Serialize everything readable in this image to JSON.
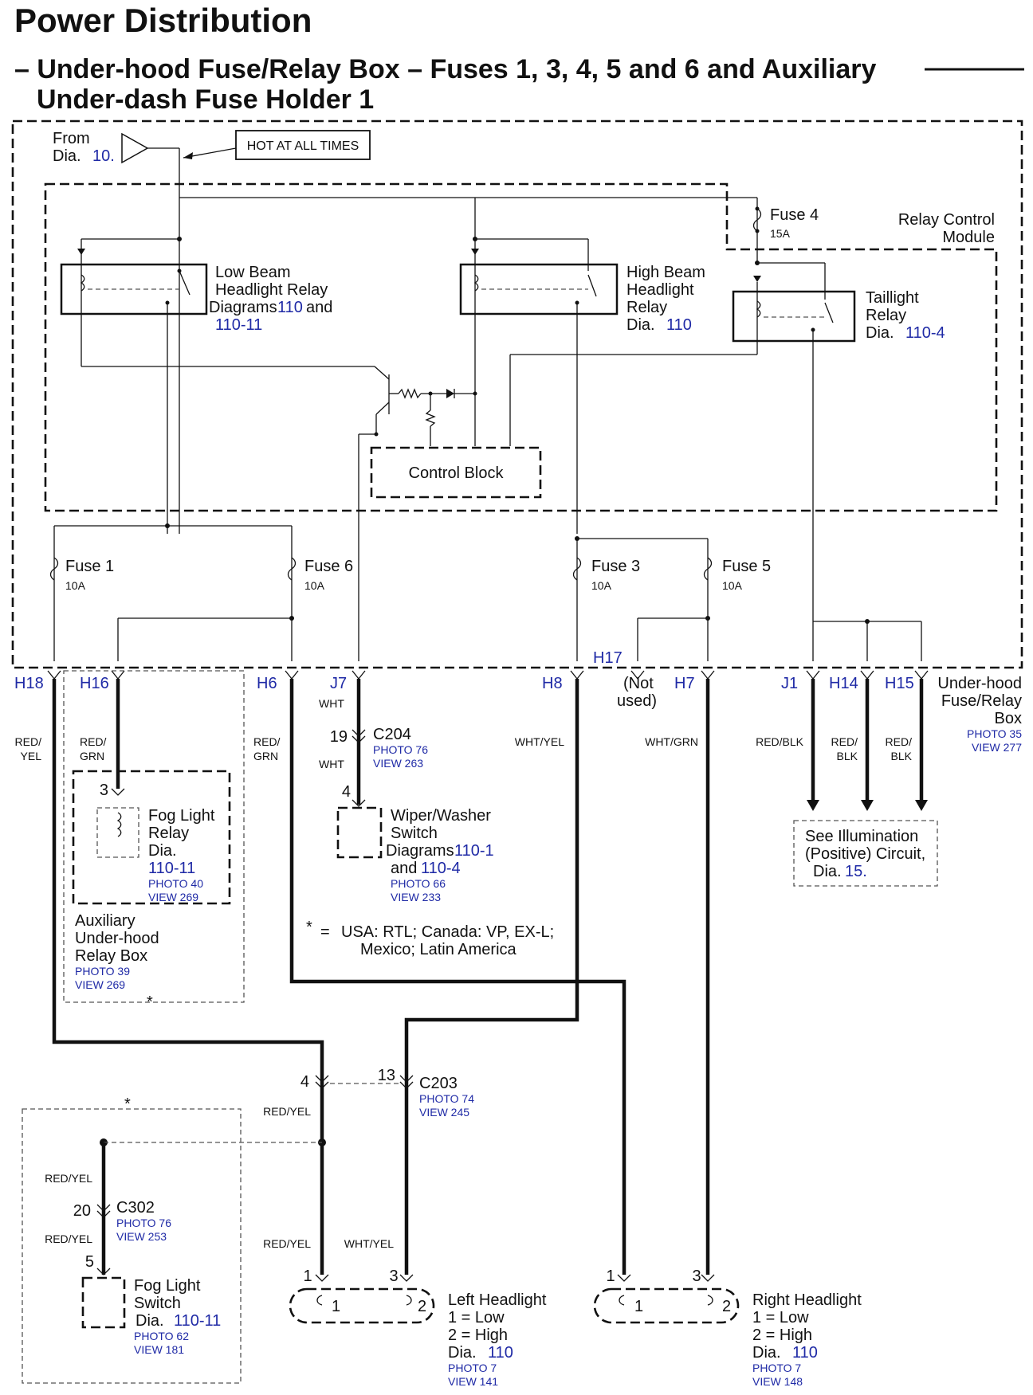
{
  "title": "Power Distribution",
  "subtitle_line1": "– Under-hood Fuse/Relay Box – Fuses 1, 3, 4, 5 and 6 and Auxiliary",
  "subtitle_line2": "Under-dash Fuse Holder 1",
  "colors": {
    "accent": "#1f2aa6",
    "panel": "#f0f0f0",
    "line": "#111111"
  },
  "source": {
    "from": "From",
    "dia": "Dia.",
    "dia_num": "10.",
    "hot": "HOT AT ALL TIMES"
  },
  "module": {
    "line1": "Relay Control",
    "line2": "Module"
  },
  "fuses": [
    {
      "name": "Fuse 4",
      "rating": "15A"
    },
    {
      "name": "Fuse 1",
      "rating": "10A"
    },
    {
      "name": "Fuse 6",
      "rating": "10A"
    },
    {
      "name": "Fuse 3",
      "rating": "10A"
    },
    {
      "name": "Fuse 5",
      "rating": "10A"
    }
  ],
  "low_relay": {
    "l1": "Low Beam",
    "l2": "Headlight Relay",
    "l3": "Diagrams",
    "n1": "110",
    "and": "and",
    "n2": "110-11"
  },
  "high_relay": {
    "l1": "High Beam",
    "l2": "Headlight",
    "l3": "Relay",
    "dia": "Dia.",
    "n": "110"
  },
  "tail_relay": {
    "l1": "Taillight",
    "l2": "Relay",
    "dia": "Dia.",
    "n": "110-4"
  },
  "control_block": "Control Block",
  "terminals": {
    "h18": "H18",
    "h16": "H16",
    "h6": "H6",
    "j7": "J7",
    "h8": "H8",
    "h17": "H17",
    "h7": "H7",
    "j1": "J1",
    "h14": "H14",
    "h15": "H15"
  },
  "not_used": {
    "l1": "(Not",
    "l2": "used)"
  },
  "box_label": {
    "l1": "Under-hood",
    "l2": "Fuse/Relay",
    "l3": "Box",
    "photo": "PHOTO 35",
    "view": "VIEW 277"
  },
  "wire_colors": {
    "red_yel": "RED/",
    "yel": "YEL",
    "red_grn": "RED/",
    "grn": "GRN",
    "wht": "WHT",
    "wht_yel": "WHT/YEL",
    "wht_grn": "WHT/GRN",
    "red_blk": "RED/BLK",
    "red": "RED/",
    "blk": "BLK",
    "red_yel_full": "RED/YEL"
  },
  "c204": {
    "pin": "19",
    "name": "C204",
    "photo": "PHOTO 76",
    "view": "VIEW 263",
    "pin2": "4"
  },
  "wiper": {
    "l1": "Wiper/Washer",
    "l2": "Switch",
    "l3": "Diagrams",
    "n1": "110-1",
    "and": "and",
    "n2": "110-4",
    "photo": "PHOTO 66",
    "view": "VIEW 233"
  },
  "fog_relay": {
    "pin": "3",
    "l1": "Fog Light",
    "l2": "Relay",
    "dia": "Dia.",
    "n": "110-11",
    "photo": "PHOTO 40",
    "view": "VIEW 269"
  },
  "aux_box": {
    "l1": "Auxiliary",
    "l2": "Under-hood",
    "l3": "Relay Box",
    "photo": "PHOTO 39",
    "view": "VIEW 269",
    "star": "*"
  },
  "note": {
    "star": "*",
    "eq": "=",
    "l1": "USA: RTL; Canada: VP, EX-L;",
    "l2": "Mexico; Latin America"
  },
  "illum": {
    "l1": "See Illumination",
    "l2": "(Positive) Circuit,",
    "dia": "Dia.",
    "n": "15."
  },
  "c203": {
    "pin_a": "4",
    "pin_b": "13",
    "name": "C203",
    "photo": "PHOTO 74",
    "view": "VIEW 245"
  },
  "c302": {
    "pin": "20",
    "name": "C302",
    "photo": "PHOTO 76",
    "view": "VIEW 253",
    "pin2": "5",
    "star": "*"
  },
  "fog_switch": {
    "l1": "Fog Light",
    "l2": "Switch",
    "dia": "Dia.",
    "n": "110-11",
    "photo": "PHOTO 62",
    "view": "VIEW 181"
  },
  "left_hl": {
    "p1": "1",
    "p3": "3",
    "l1": "Left Headlight",
    "l2": "1 = Low",
    "l3": "2 = High",
    "dia": "Dia.",
    "n": "110",
    "photo": "PHOTO 7",
    "view": "VIEW 141",
    "i1": "1",
    "i2": "2"
  },
  "right_hl": {
    "p1": "1",
    "p3": "3",
    "l1": "Right Headlight",
    "l2": "1 = Low",
    "l3": "2 = High",
    "dia": "Dia.",
    "n": "110",
    "photo": "PHOTO 7",
    "view": "VIEW 148",
    "i1": "1",
    "i2": "2"
  }
}
